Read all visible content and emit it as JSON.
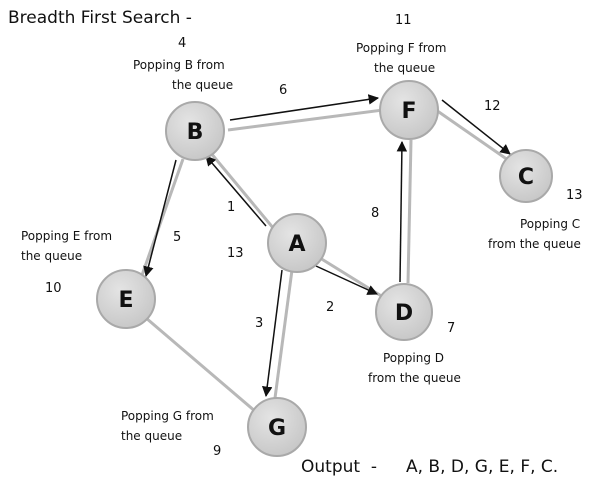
{
  "title": "Breadth First Search -",
  "nodes": {
    "A": "A",
    "B": "B",
    "C": "C",
    "D": "D",
    "E": "E",
    "F": "F",
    "G": "G"
  },
  "notes": {
    "pop_b": [
      "Popping B from",
      "the queue"
    ],
    "pop_f": [
      "Popping F from",
      "the queue"
    ],
    "pop_c": [
      "Popping C",
      "from the queue"
    ],
    "pop_e": [
      "Popping E from",
      "the queue"
    ],
    "pop_d": [
      "Popping D",
      "from the queue"
    ],
    "pop_g": [
      "Popping G from",
      "the queue"
    ]
  },
  "numbers": {
    "n4": "4",
    "n11": "11",
    "n6": "6",
    "n12": "12",
    "n13_c": "13",
    "n1": "1",
    "n8": "8",
    "n5": "5",
    "n13_a": "13",
    "n10": "10",
    "n2": "2",
    "n3": "3",
    "n7": "7",
    "n9": "9"
  },
  "output": {
    "label": "Output  -",
    "sequence": "A, B, D, G, E, F, C."
  },
  "colors": {
    "node_fill": "#cfcfcf",
    "node_stroke": "#a9a9a9",
    "edge": "#b8b8b8",
    "arrow": "#111111"
  }
}
